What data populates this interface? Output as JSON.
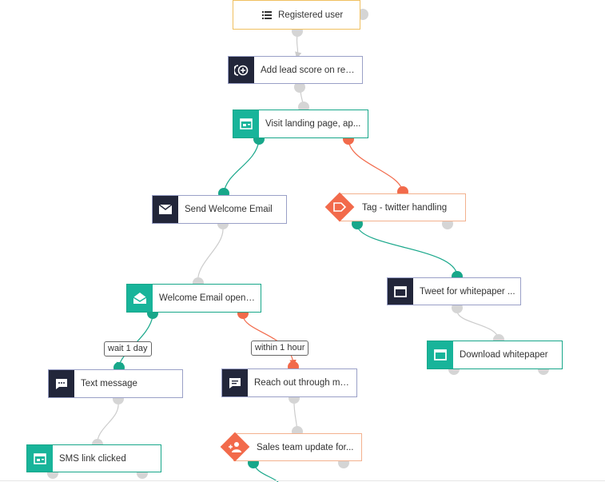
{
  "nodes": {
    "registered_user": "Registered user",
    "add_lead_score": "Add lead score on reg...",
    "visit_landing": "Visit landing page, ap...",
    "send_welcome": "Send Welcome Email",
    "tag_twitter": "Tag - twitter handling",
    "welcome_opened": "Welcome Email opened",
    "tweet_whitepaper": "Tweet for whitepaper ...",
    "download_whitepaper": "Download whitepaper",
    "text_message": "Text message",
    "reach_out": "Reach out through mu...",
    "sms_clicked": "SMS link clicked",
    "sales_update": "Sales team update for..."
  },
  "conditions": {
    "wait_1_day": "wait 1 day",
    "within_1_hour": "within 1 hour"
  },
  "colors": {
    "yes_path": "#18a78a",
    "no_path": "#f26a4b",
    "default_path": "#cccccc"
  }
}
